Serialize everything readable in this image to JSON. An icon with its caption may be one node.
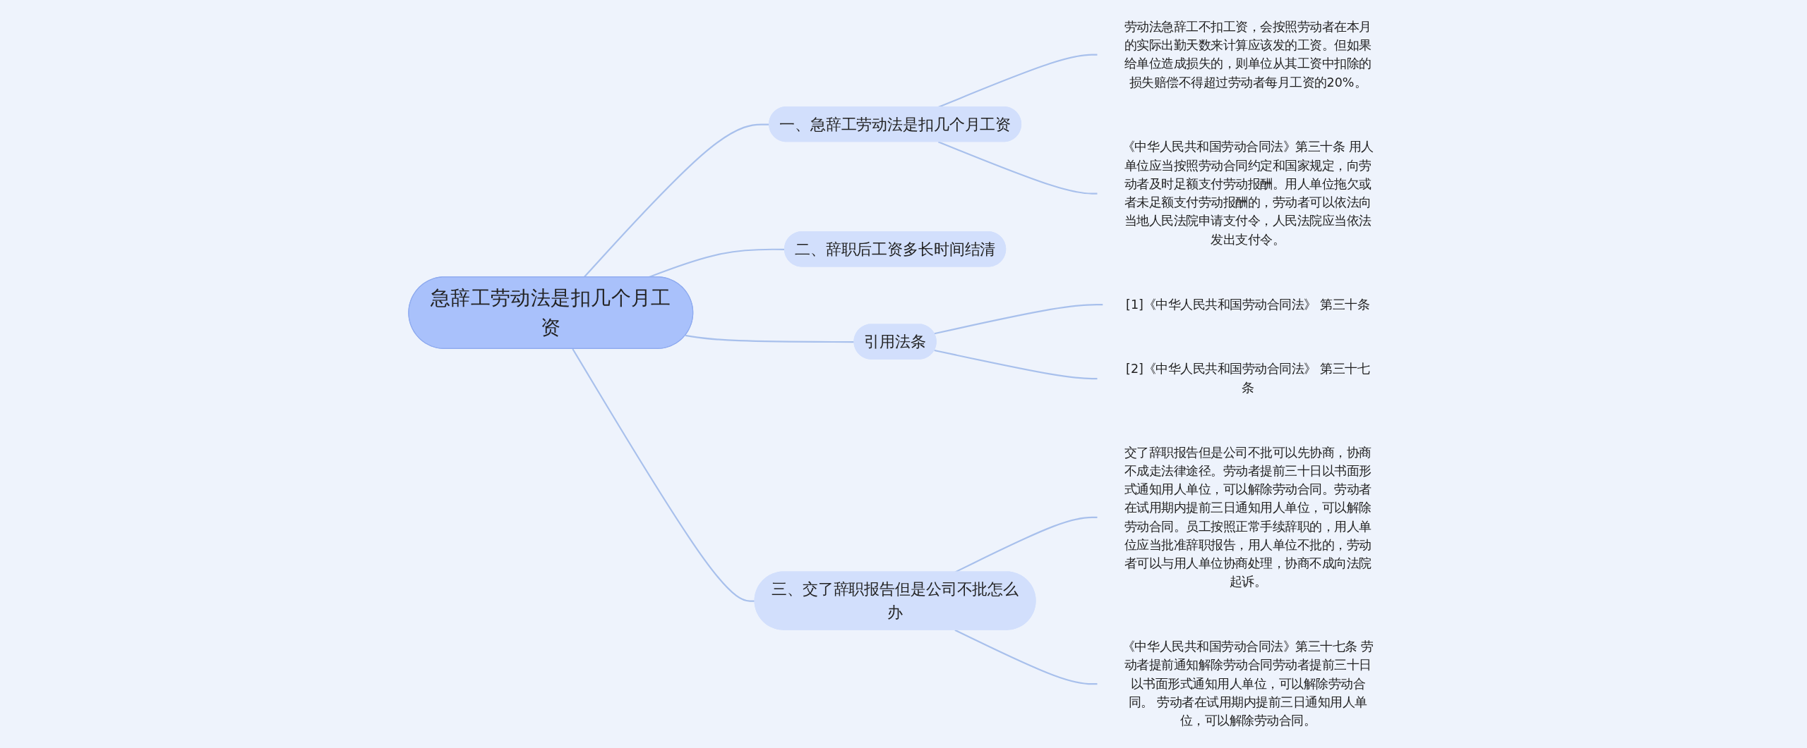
{
  "diagram": {
    "nodes": [
      {
        "text": [
          "急辞工劳动法是扣几个月工资"
        ]
      },
      {
        "text": [
          "一、急辞工劳动法是扣几个月工资"
        ]
      },
      {
        "text": [
          "劳动法急辞工不扣工资，会按照劳动者在本月的实际出勤天数来计算应该发的工资。但如果给单位造成损失的，则单位从其工资中扣除的损失赔偿不得超过劳动者每月工资的20%。"
        ]
      },
      {
        "text": [
          "《中华人民共和国劳动合同法》第三十条 用人单位应当按照劳动合同约定和国家规定，向劳动者及时足额支付劳动报酬。用人单位拖欠或者未足额支付劳动报酬的，劳动者可以依法向当地人民法院申请支付令，人民法院应当依法发出支付令。"
        ]
      },
      {
        "text": [
          "二、辞职后工资多长时间结清"
        ]
      },
      {
        "text": [
          "引用法条"
        ]
      },
      {
        "text": [
          "[1]《中华人民共和国劳动合同法》 第三十条"
        ]
      },
      {
        "text": [
          "[2]《中华人民共和国劳动合同法》 第三十七条"
        ]
      },
      {
        "text": [
          "三、交了辞职报告但是公司不批怎么办"
        ]
      },
      {
        "text": [
          "交了辞职报告但是公司不批可以先协商，协商不成走法律途径。劳动者提前三十日以书面形式通知用人单位，可以解除劳动合同。劳动者在试用期内提前三日通知用人单位，可以解除劳动合同。员工按照正常手续辞职的，用人单位应当批准辞职报告，用人单位不批的，劳动者可以与用人单位协商处理，协商不成向法院起诉。"
        ]
      },
      {
        "text": [
          "《中华人民共和国劳动合同法》第三十七条 劳动者提前通知解除劳动合同劳动者提前三十日以书面形式通知用人单位，可以解除劳动合同。 劳动者在试用期内提前三日通知用人单位，可以解除劳动合同。"
        ]
      }
    ],
    "edges": [
      {
        "from": 0,
        "to": 1,
        "arrow": "none"
      },
      {
        "from": 1,
        "to": 2,
        "arrow": "none"
      },
      {
        "from": 1,
        "to": 3,
        "arrow": "none"
      },
      {
        "from": 0,
        "to": 4,
        "arrow": "none"
      },
      {
        "from": 0,
        "to": 5,
        "arrow": "none"
      },
      {
        "from": 5,
        "to": 6,
        "arrow": "none"
      },
      {
        "from": 5,
        "to": 7,
        "arrow": "none"
      },
      {
        "from": 0,
        "to": 8,
        "arrow": "none"
      },
      {
        "from": 8,
        "to": 9,
        "arrow": "none"
      },
      {
        "from": 8,
        "to": 10,
        "arrow": "none"
      }
    ]
  }
}
